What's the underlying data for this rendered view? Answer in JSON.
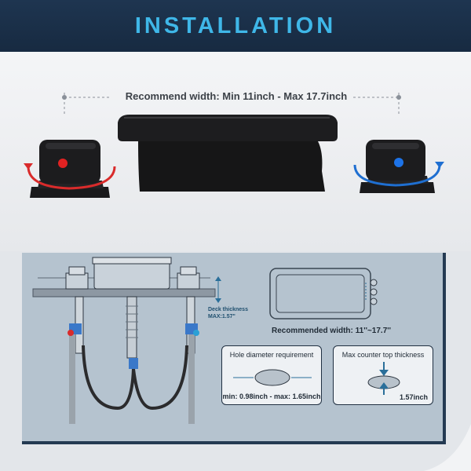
{
  "header": {
    "title": "INSTALLATION"
  },
  "top": {
    "recommend_width": "Recommend width:  Min  11inch - Max  17.7inch"
  },
  "diagram": {
    "deck_thickness": "Deck thickness",
    "deck_max": "MAX:1.57\"",
    "recommended_width": "Recommended width: 11''~17.7''",
    "hole": {
      "title": "Hole diameter requirement",
      "value": "min: 0.98inch - max: 1.65inch"
    },
    "counter": {
      "title": "Max counter top thickness",
      "value": "1.57inch"
    }
  },
  "colors": {
    "header_bg": "#1b2f47",
    "header_text": "#3fb7e8",
    "hot": "#d92b2b",
    "cold": "#1f6fd1",
    "panel_bg": "#b5c3cf"
  },
  "icons": [
    "rotate-arrow-hot-icon",
    "rotate-arrow-cold-icon",
    "red-indicator-icon",
    "blue-indicator-icon",
    "arrow-down-icon",
    "arrow-up-icon"
  ]
}
